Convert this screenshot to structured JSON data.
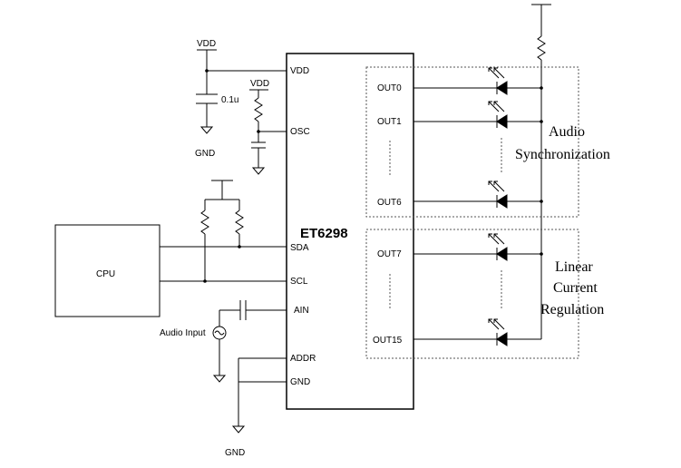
{
  "chip": {
    "name": "ET6298",
    "left_pins": {
      "vdd": "VDD",
      "osc": "OSC",
      "sda": "SDA",
      "scl": "SCL",
      "ain": "AIN",
      "addr": "ADDR",
      "gnd": "GND"
    },
    "right_pins": {
      "out0": "OUT0",
      "out1": "OUT1",
      "out6": "OUT6",
      "out7": "OUT7",
      "out15": "OUT15"
    }
  },
  "labels": {
    "vdd_top": "VDD",
    "vdd_osc": "VDD",
    "cap_value": "0.1u",
    "gnd_cap": "GND",
    "gnd_bottom": "GND",
    "cpu": "CPU",
    "audio_input": "Audio Input"
  },
  "groups": {
    "audio_sync_line1": "Audio",
    "audio_sync_line2": "Synchronization",
    "linear_line1": "Linear",
    "linear_line2": "Current",
    "linear_line3": "Regulation"
  }
}
